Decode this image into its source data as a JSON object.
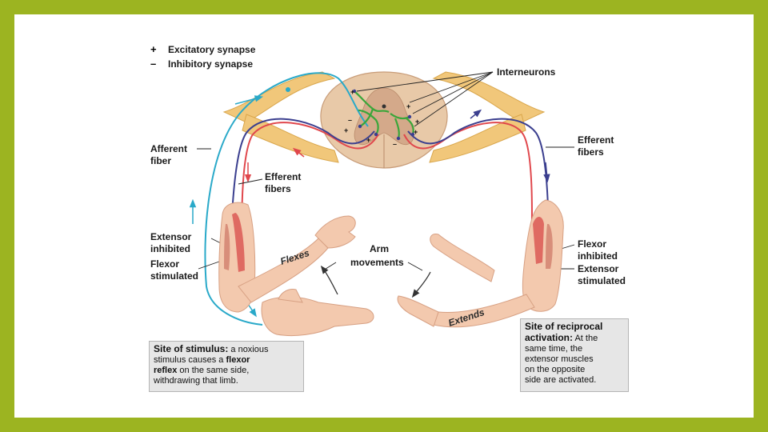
{
  "legend": {
    "excitatory_symbol": "+",
    "excitatory_label": "Excitatory synapse",
    "inhibitory_symbol": "–",
    "inhibitory_label": "Inhibitory synapse"
  },
  "labels": {
    "interneurons": "Interneurons",
    "afferent_line1": "Afferent",
    "afferent_line2": "fiber",
    "efferent_left_line1": "Efferent",
    "efferent_left_line2": "fibers",
    "efferent_right_line1": "Efferent",
    "efferent_right_line2": "fibers",
    "ext_inhibited_line1": "Extensor",
    "ext_inhibited_line2": "inhibited",
    "flex_stimulated_line1": "Flexor",
    "flex_stimulated_line2": "stimulated",
    "flex_inhibited_line1": "Flexor",
    "flex_inhibited_line2": "inhibited",
    "ext_stimulated_line1": "Extensor",
    "ext_stimulated_line2": "stimulated",
    "arm_movements_line1": "Arm",
    "arm_movements_line2": "movements",
    "flexes": "Flexes",
    "extends": "Extends"
  },
  "stimulus_box": {
    "title": "Site of stimulus:",
    "text1": " a noxious",
    "text2": "stimulus causes a ",
    "bold2": "flexor",
    "bold3": "reflex",
    "text3": " on the same side,",
    "text4": "withdrawing that limb."
  },
  "reciprocal_box": {
    "title1": "Site of reciprocal",
    "title2": "activation:",
    "text1": " At the",
    "text2": "same time, the",
    "text3": "extensor muscles",
    "text4": "on the opposite",
    "text5": "side are activated."
  },
  "colors": {
    "frame": "#9cb421",
    "afferent": "#29a9c9",
    "efferent_red": "#e0474c",
    "efferent_blue": "#3b3f8f",
    "interneuron": "#3aa63a",
    "nerve": "#f1c77a",
    "cord": "#e8c9a8",
    "skin": "#f3c9ae"
  },
  "icons": {
    "stimulus_hand": "grabbing-hand-icon",
    "arm_direction": "curved-arrow-icon"
  }
}
